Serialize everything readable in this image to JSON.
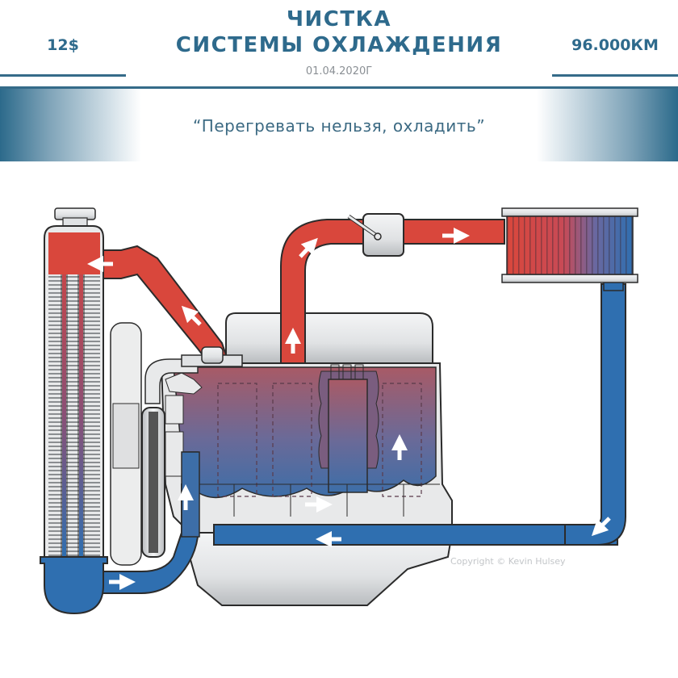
{
  "header": {
    "price": "12$",
    "title_line1": "ЧИСТКА",
    "title_line2": "СИСТЕМЫ ОХЛАЖДЕНИЯ",
    "date": "01.04.2020Г",
    "mileage": "96.000КМ"
  },
  "banner": {
    "quote": "“Перегревать нельзя, охладить”"
  },
  "diagram": {
    "subject": "engine cooling system",
    "components": [
      "radiator",
      "radiator-cap",
      "upper-hose",
      "thermostat",
      "fan",
      "water-pump",
      "pulley",
      "engine-block",
      "cylinder-head",
      "heater-hose",
      "heater-valve",
      "heater-core",
      "return-hose",
      "lower-hose",
      "oil-pan"
    ],
    "flow_arrows": 10,
    "colors": {
      "hot": "#d9473c",
      "cold": "#2f6fb0",
      "block_hot": "#a85a66",
      "block_cold": "#3d6ea8",
      "metal": "#e4e6e8",
      "outline": "#2b2b2b"
    },
    "copyright": "Copyright © Kevin Hulsey"
  },
  "theme": {
    "accent": "#2e6a8c"
  }
}
